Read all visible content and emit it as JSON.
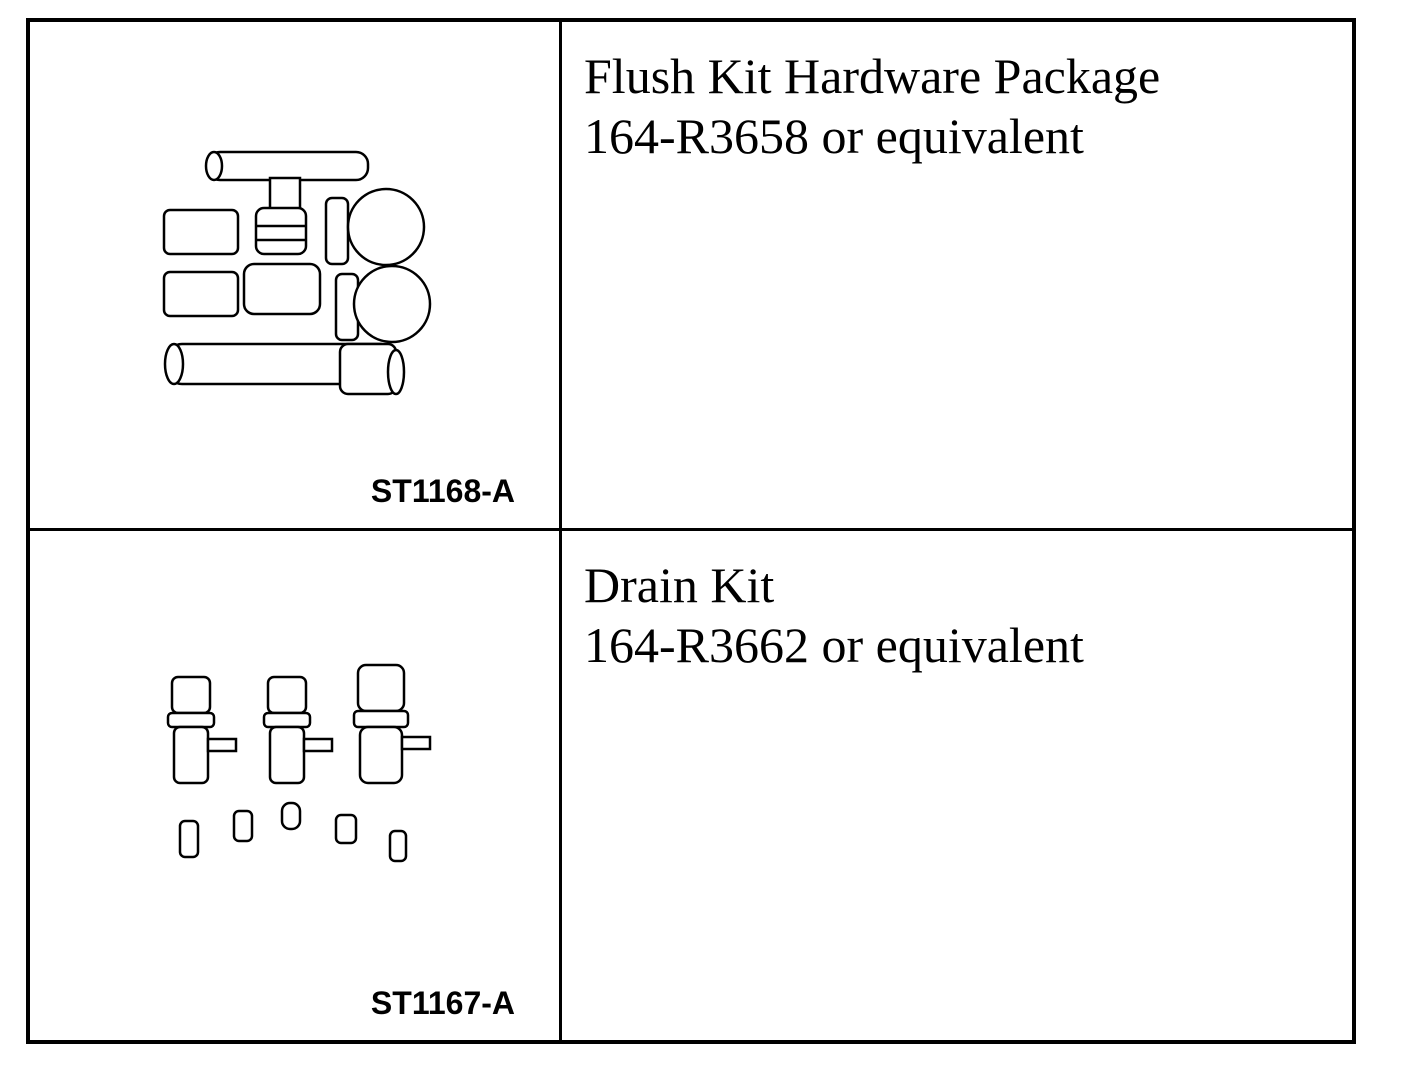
{
  "tools": [
    {
      "illustration": "flush-kit-hardware-illustration",
      "illustration_code": "ST1168-A",
      "name": "Flush Kit Hardware Package",
      "part_number": "164-R3658 or equivalent"
    },
    {
      "illustration": "drain-kit-illustration",
      "illustration_code": "ST1167-A",
      "name": "Drain Kit",
      "part_number": "164-R3662 or equivalent"
    }
  ]
}
